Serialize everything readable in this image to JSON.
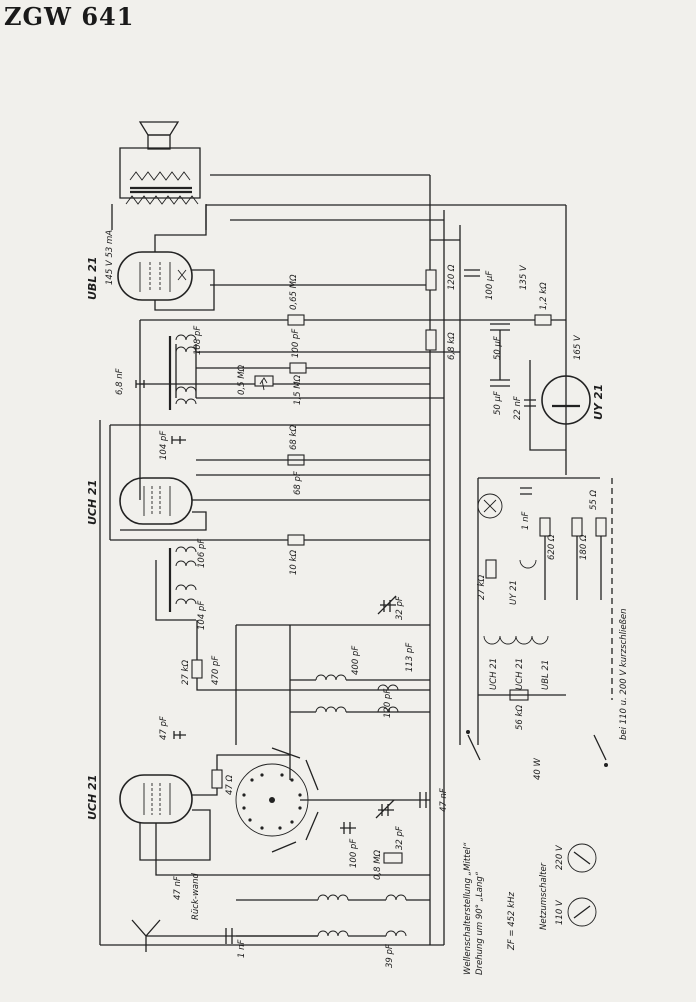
{
  "title": "ZGW 641",
  "tubes": {
    "ubl21": "UBL 21",
    "uch21_mid": "UCH 21",
    "uch21_low": "UCH 21",
    "uy21": "UY 21"
  },
  "heater_chain": {
    "uch21_a": "UCH 21",
    "uch21_b": "UCH 21",
    "ubl21": "UBL 21",
    "uy21": "UY 21"
  },
  "labels": {
    "ubl_operating": "145 V 53 mA",
    "r_0_65": "0,65 MΩ",
    "c_100pf_a": "100 pF",
    "r_1_5": "1,5 MΩ",
    "r_0_5": "0,5 MΩ",
    "c_108": "108 pF",
    "c_6_8": "6,8 nF",
    "c_104_a": "104 pF",
    "r_68k": "68 kΩ",
    "c_68": "68 pF",
    "r_10k": "10 kΩ",
    "c_106": "106 pF",
    "c_104_b": "104 pF",
    "r_27k": "27 kΩ",
    "c_470": "470 pF",
    "c_47pf": "47 pF",
    "r_47": "47 Ω",
    "c_47nf_a": "47 nF",
    "c_47nf_b": "47 nF",
    "c_32_a": "32 pF",
    "c_400": "400 pF",
    "c_113": "113 pF",
    "c_120": "120 pF",
    "c_100pf_b": "100 pF",
    "c_32_b": "32 pF",
    "r_0_8": "0,8 MΩ",
    "c_39": "39 pF",
    "c_1nf_ant": "1 nF",
    "ant_label": "Rück-wand",
    "r_120": "120 Ω",
    "c_100uf": "100 µF",
    "v_135": "135 V",
    "r_1_2k": "1,2 kΩ",
    "r_6_8k": "6,8 kΩ",
    "c_50uf_a": "50 µF",
    "c_50uf_b": "50 µF",
    "v_165": "165 V",
    "c_22nf": "22 nF",
    "c_1nf_lamp": "1 nF",
    "r_620": "620 Ω",
    "r_180": "180 Ω",
    "r_55": "55 Ω",
    "r_27k_b": "27 kΩ",
    "r_56k": "56 kΩ",
    "sw_40w": "40 W",
    "short_note": "bei 110 u. 200 V kurzschließen",
    "wave_switch_1": "Wellenschalterstellung „Mittel“",
    "wave_switch_2": "Drehung um 90° „Lang“",
    "if_freq": "ZF = 452 kHz",
    "mains_switch": "Netzumschalter",
    "v_220": "220 V",
    "v_110": "110 V"
  }
}
